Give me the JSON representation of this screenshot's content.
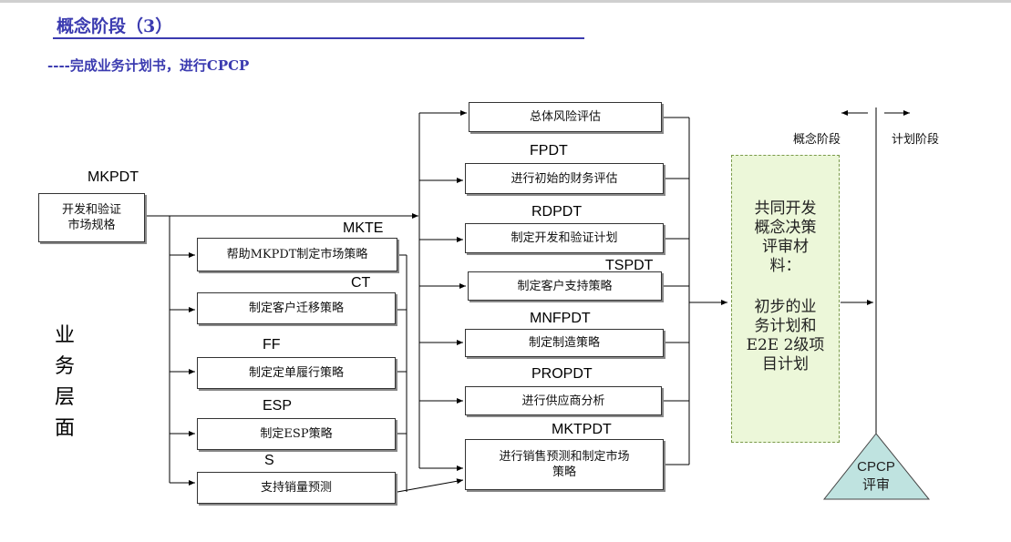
{
  "title": "概念阶段（3）",
  "subtitle": "----完成业务计划书，进行CPCP",
  "vertical_label": "业务层面",
  "colors": {
    "title": "#3b3bb0",
    "decision_fill": "#ecf7d9",
    "triangle_fill": "#bfe3e0"
  },
  "source": {
    "role": "MKPDT",
    "task": "开发和验证\n市场规格"
  },
  "left_tasks": [
    {
      "role": "MKTE",
      "task": "帮助MKPDT制定市场策略"
    },
    {
      "role": "CT",
      "task": "制定客户迁移策略"
    },
    {
      "role": "FF",
      "task": "制定定单履行策略"
    },
    {
      "role": "ESP",
      "task": "制定ESP策略"
    },
    {
      "role": "S",
      "task": "支持销量预测"
    }
  ],
  "right_tasks": [
    {
      "role": "",
      "task": "总体风险评估"
    },
    {
      "role": "FPDT",
      "task": "进行初始的财务评估"
    },
    {
      "role": "RDPDT",
      "task": "制定开发和验证计划"
    },
    {
      "role": "TSPDT",
      "task": "制定客户支持策略"
    },
    {
      "role": "MNFPDT",
      "task": "制定制造策略"
    },
    {
      "role": "PROPDT",
      "task": "进行供应商分析"
    },
    {
      "role": "MKTPDT",
      "task": "进行销售预测和制定市场\n策略"
    }
  ],
  "decision_materials": {
    "heading": "共同开发\n概念决策\n评审材\n料：",
    "body": "初步的业\n务计划和\nE2E 2级项\n目计划"
  },
  "phases": {
    "left": "概念阶段",
    "right": "计划阶段"
  },
  "milestone": {
    "label": "CPCP\n评审"
  }
}
